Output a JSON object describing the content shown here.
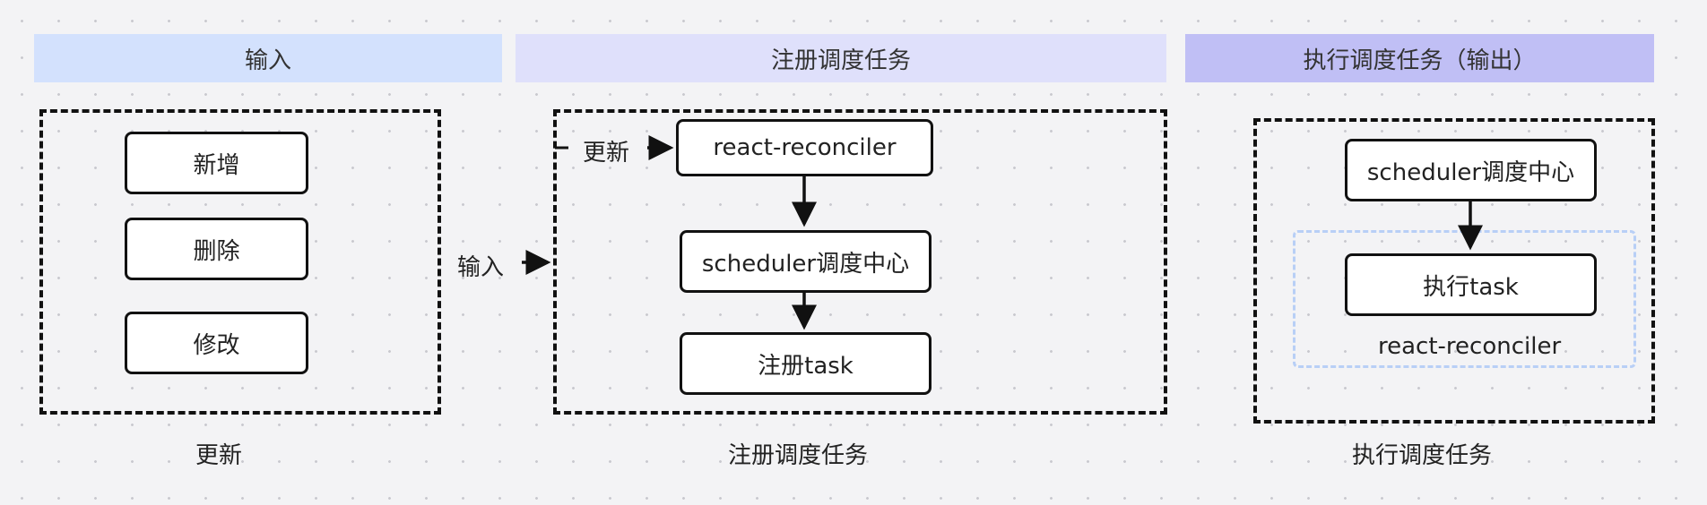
{
  "headers": {
    "input": "输入",
    "register": "注册调度任务",
    "execute": "执行调度任务（输出）"
  },
  "update_group": {
    "add": "新增",
    "delete": "删除",
    "modify": "修改",
    "caption": "更新"
  },
  "register_group": {
    "update_label": "更新",
    "reconciler": "react-reconciler",
    "scheduler": "scheduler调度中心",
    "register_task": "注册task",
    "caption": "注册调度任务"
  },
  "connector": {
    "input_label": "输入"
  },
  "execute_group": {
    "scheduler": "scheduler调度中心",
    "exec_task": "执行task",
    "reconciler_label": "react-reconciler",
    "caption": "执行调度任务"
  },
  "colors": {
    "header_input": "#d3e1fd",
    "header_register": "#dfe0fb",
    "header_execute": "#c0bff5",
    "inner_frame": "#b8cff6",
    "stroke": "#111111"
  }
}
